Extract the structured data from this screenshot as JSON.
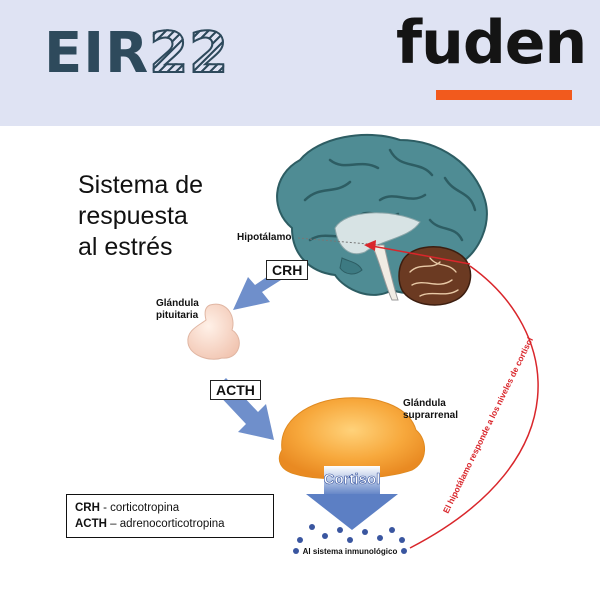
{
  "header": {
    "eir_text": "EIR",
    "eir_number": "22",
    "fuden_text": "fuden",
    "brand_orange": "#f25a1d",
    "background": "#dfe3f3"
  },
  "title": {
    "line1": "Sistema de",
    "line2": "respuesta",
    "line3": "al estrés"
  },
  "labels": {
    "hipotalamo": "Hipotálamo",
    "crh": "CRH",
    "glandula_pituitaria_1": "Glándula",
    "glandula_pituitaria_2": "pituitaria",
    "acth": "ACTH",
    "glandula_suprarrenal_1": "Glándula",
    "glandula_suprarrenal_2": "suprarrenal",
    "cortisol": "Cortisol",
    "al_sistema": "Al sistema inmunológico",
    "feedback": "El hipotálamo responde a los niveles de cortisol"
  },
  "legend": {
    "crh_abbr": "CRH",
    "crh_text": " - corticotropina",
    "acth_abbr": "ACTH",
    "acth_text": " – adrenocorticotropina"
  },
  "colors": {
    "arrow_blue": "#6f8fcb",
    "feedback_red": "#d9262b",
    "brain": "#4f8c94",
    "adrenal": "#f5a33a"
  }
}
